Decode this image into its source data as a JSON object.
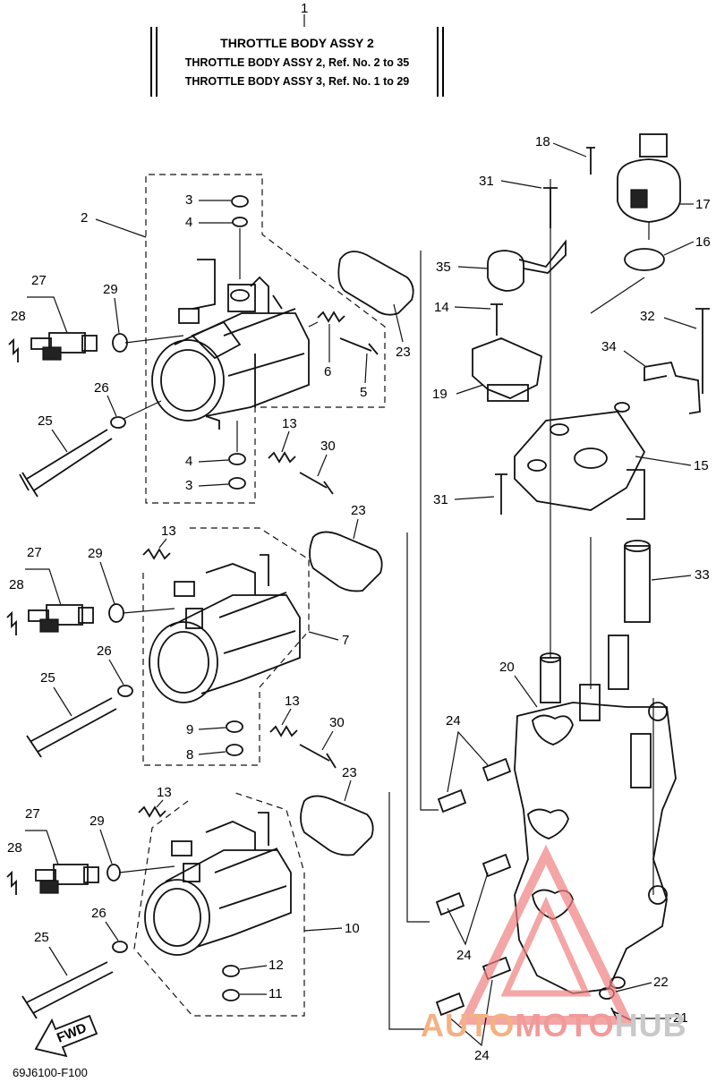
{
  "header": {
    "ref_no": "1",
    "title": "THROTTLE  BODY ASSY 2",
    "line2": "THROTTLE BODY ASSY 2, Ref. No. 2 to 35",
    "line3": "THROTTLE BODY ASSY 3, Ref. No. 1 to 29"
  },
  "callouts": [
    {
      "id": "c2",
      "label": "2"
    },
    {
      "id": "c3a",
      "label": "3"
    },
    {
      "id": "c4a",
      "label": "4"
    },
    {
      "id": "c27a",
      "label": "27"
    },
    {
      "id": "c28a",
      "label": "28"
    },
    {
      "id": "c29a",
      "label": "29"
    },
    {
      "id": "c6",
      "label": "6"
    },
    {
      "id": "c5",
      "label": "5"
    },
    {
      "id": "c23a",
      "label": "23"
    },
    {
      "id": "c26a",
      "label": "26"
    },
    {
      "id": "c25a",
      "label": "25"
    },
    {
      "id": "c13a",
      "label": "13"
    },
    {
      "id": "c30a",
      "label": "30"
    },
    {
      "id": "c4b",
      "label": "4"
    },
    {
      "id": "c3b",
      "label": "3"
    },
    {
      "id": "c13b",
      "label": "13"
    },
    {
      "id": "c23b",
      "label": "23"
    },
    {
      "id": "c27b",
      "label": "27"
    },
    {
      "id": "c29b",
      "label": "29"
    },
    {
      "id": "c28b",
      "label": "28"
    },
    {
      "id": "c7",
      "label": "7"
    },
    {
      "id": "c26b",
      "label": "26"
    },
    {
      "id": "c25b",
      "label": "25"
    },
    {
      "id": "c13c",
      "label": "13"
    },
    {
      "id": "c30b",
      "label": "30"
    },
    {
      "id": "c9",
      "label": "9"
    },
    {
      "id": "c8",
      "label": "8"
    },
    {
      "id": "c13d",
      "label": "13"
    },
    {
      "id": "c23c",
      "label": "23"
    },
    {
      "id": "c27c",
      "label": "27"
    },
    {
      "id": "c29c",
      "label": "29"
    },
    {
      "id": "c28c",
      "label": "28"
    },
    {
      "id": "c10",
      "label": "10"
    },
    {
      "id": "c26c",
      "label": "26"
    },
    {
      "id": "c25c",
      "label": "25"
    },
    {
      "id": "c12",
      "label": "12"
    },
    {
      "id": "c11",
      "label": "11"
    },
    {
      "id": "c18",
      "label": "18"
    },
    {
      "id": "c17",
      "label": "17"
    },
    {
      "id": "c31a",
      "label": "31"
    },
    {
      "id": "c16",
      "label": "16"
    },
    {
      "id": "c35",
      "label": "35"
    },
    {
      "id": "c32",
      "label": "32"
    },
    {
      "id": "c14",
      "label": "14"
    },
    {
      "id": "c34",
      "label": "34"
    },
    {
      "id": "c19",
      "label": "19"
    },
    {
      "id": "c15",
      "label": "15"
    },
    {
      "id": "c31b",
      "label": "31"
    },
    {
      "id": "c33",
      "label": "33"
    },
    {
      "id": "c20",
      "label": "20"
    },
    {
      "id": "c24a",
      "label": "24"
    },
    {
      "id": "c24b",
      "label": "24"
    },
    {
      "id": "c22",
      "label": "22"
    },
    {
      "id": "c21",
      "label": "21"
    },
    {
      "id": "c24c",
      "label": "24"
    }
  ],
  "fwd_label": "FWD",
  "diagram_code": "69J6100-F100",
  "watermark": {
    "part1": "AUTO",
    "part2": "MOTO",
    "part3": "HUB"
  }
}
